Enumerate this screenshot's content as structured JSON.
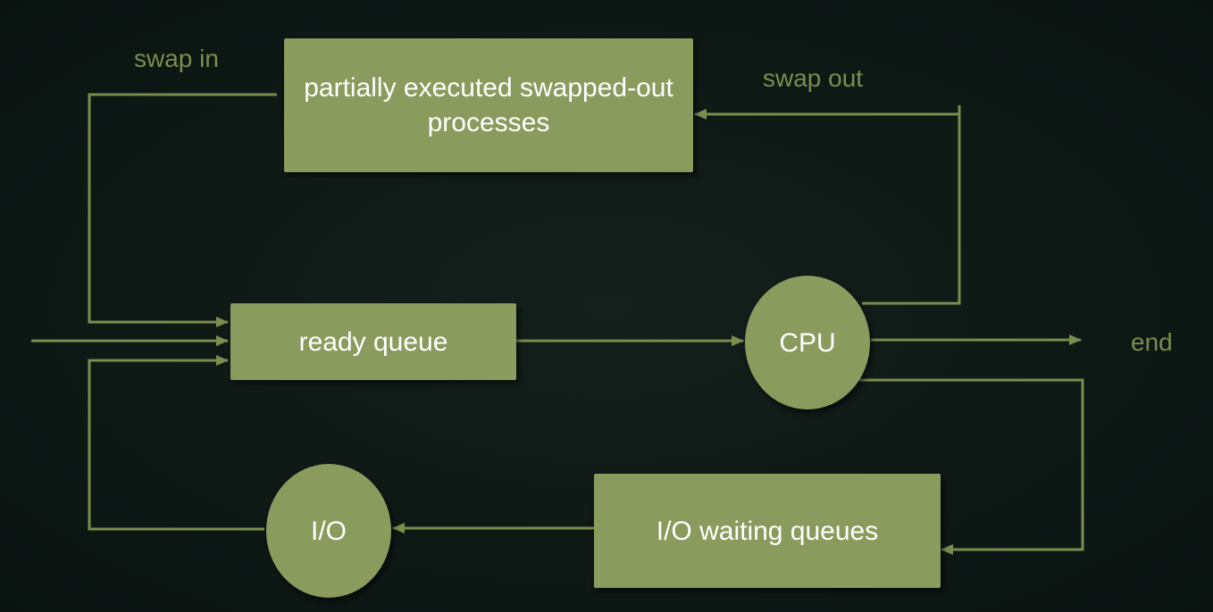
{
  "diagram": {
    "nodes": {
      "swapped_out": "partially executed swapped-out processes",
      "ready_queue": "ready queue",
      "cpu": "CPU",
      "io_waiting": "I/O waiting queues",
      "io": "I/O"
    },
    "edge_labels": {
      "swap_in": "swap in",
      "swap_out": "swap out",
      "end": "end"
    },
    "colors": {
      "node_fill": "#8a9b5d",
      "line": "#7c8c4f",
      "background": "#0f1a16"
    }
  }
}
